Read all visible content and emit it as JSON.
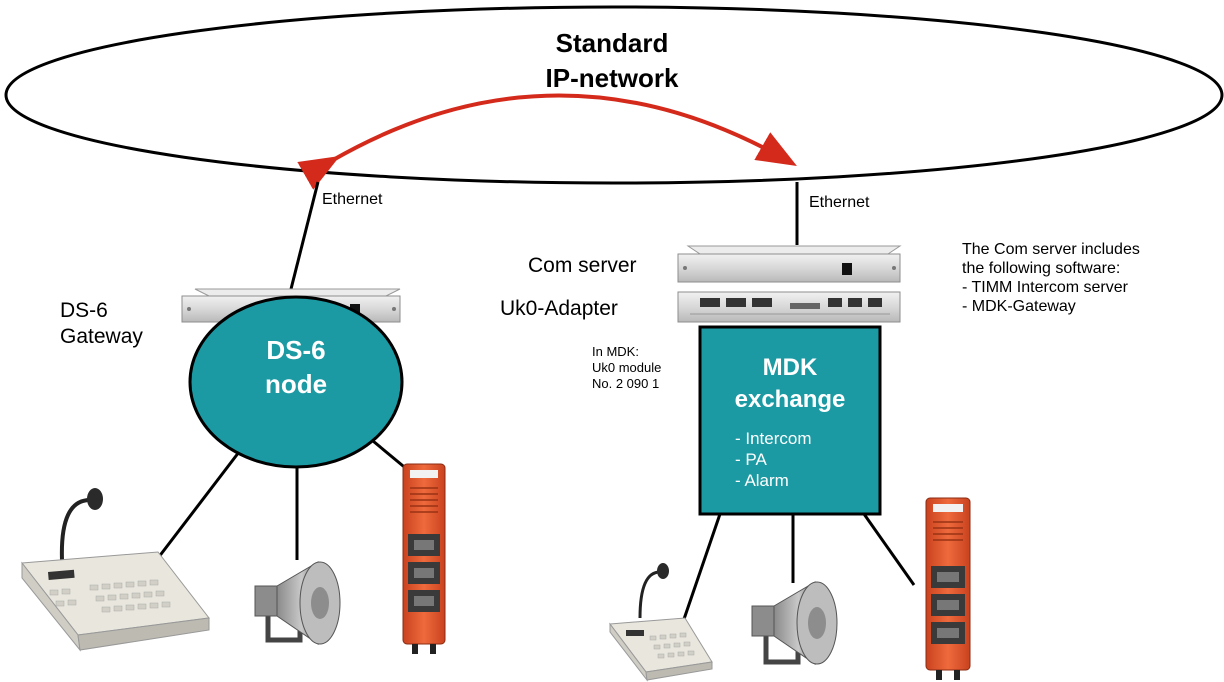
{
  "network": {
    "line1": "Standard",
    "line2": "IP-network"
  },
  "links": {
    "left_ethernet": "Ethernet",
    "right_ethernet": "Ethernet"
  },
  "ds6": {
    "gateway_line1": "DS-6",
    "gateway_line2": "Gateway",
    "node_line1": "DS-6",
    "node_line2": "node"
  },
  "mdk": {
    "com_server": "Com server",
    "uk0_adapter": "Uk0-Adapter",
    "module_note": [
      "In MDK:",
      "Uk0 module",
      "No. 2 090 1"
    ],
    "title_line1": "MDK",
    "title_line2": "exchange",
    "features": [
      "- Intercom",
      "- PA",
      "- Alarm"
    ]
  },
  "note": {
    "lines": [
      "The Com server includes",
      "the following software:",
      "- TIMM Intercom server",
      "- MDK-Gateway"
    ]
  },
  "colors": {
    "node_fill": "#1b9aa3",
    "arrow": "#d42a1c",
    "device_orange": "#e4572e",
    "rack_grey": "#d9d9d9"
  },
  "icons": [
    "microphone-desk-station-icon",
    "horn-loudspeaker-icon",
    "industrial-telephone-icon",
    "rack-server-icon"
  ]
}
